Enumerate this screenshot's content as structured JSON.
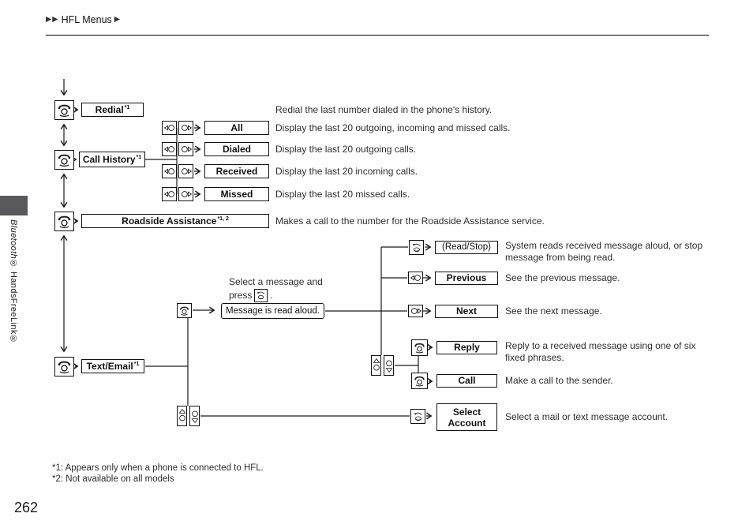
{
  "header": {
    "breadcrumb": "HFL Menus",
    "arrows_prefix": "▶▶",
    "arrow_suffix": "▶"
  },
  "sidebar": {
    "vertical_text_italic": "Bluetooth®",
    "vertical_text_regular": " HandsFreeLink®"
  },
  "footer": {
    "page_number": "262",
    "footnote1": "*1: Appears only when a phone is connected to HFL.",
    "footnote2": "*2: Not available on all models"
  },
  "colors": {
    "ink": "#1a1a1a",
    "sidebar_tab_gray": "#59595b"
  },
  "flow": {
    "main": [
      {
        "label": "Redial",
        "sup": "*1",
        "desc": "Redial the last number dialed in the phone's history."
      },
      {
        "label": "Call History",
        "sup": "*1"
      },
      {
        "label": "Roadside Assistance",
        "sup": "*1, 2",
        "desc": "Makes a call to the number for the Roadside Assistance service."
      },
      {
        "label": "Text/Email",
        "sup": "*1"
      }
    ],
    "call_history": [
      {
        "label": "All",
        "desc": "Display the last 20 outgoing, incoming and missed calls."
      },
      {
        "label": "Dialed",
        "desc": "Display the last 20 outgoing calls."
      },
      {
        "label": "Received",
        "desc": "Display the last 20 incoming calls."
      },
      {
        "label": "Missed",
        "desc": "Display the last 20 missed calls."
      }
    ],
    "message": {
      "note_line1": "Select a message and",
      "note_press": "press",
      "note_suffix": ".",
      "read_aloud": "Message is read aloud.",
      "read_stop": {
        "label": "(Read/Stop)",
        "desc1": "System reads received message aloud, or stop",
        "desc2": "message from being read."
      },
      "previous": {
        "label": "Previous",
        "desc": "See the previous message."
      },
      "next": {
        "label": "Next",
        "desc": "See the next message."
      },
      "reply": {
        "label": "Reply",
        "desc1": "Reply to a received message using one of six",
        "desc2": "fixed phrases."
      },
      "call": {
        "label": "Call",
        "desc": "Make a call to the sender."
      },
      "select_account": {
        "label_line1": "Select",
        "label_line2": "Account",
        "desc": "Select a mail or text message account."
      }
    }
  }
}
